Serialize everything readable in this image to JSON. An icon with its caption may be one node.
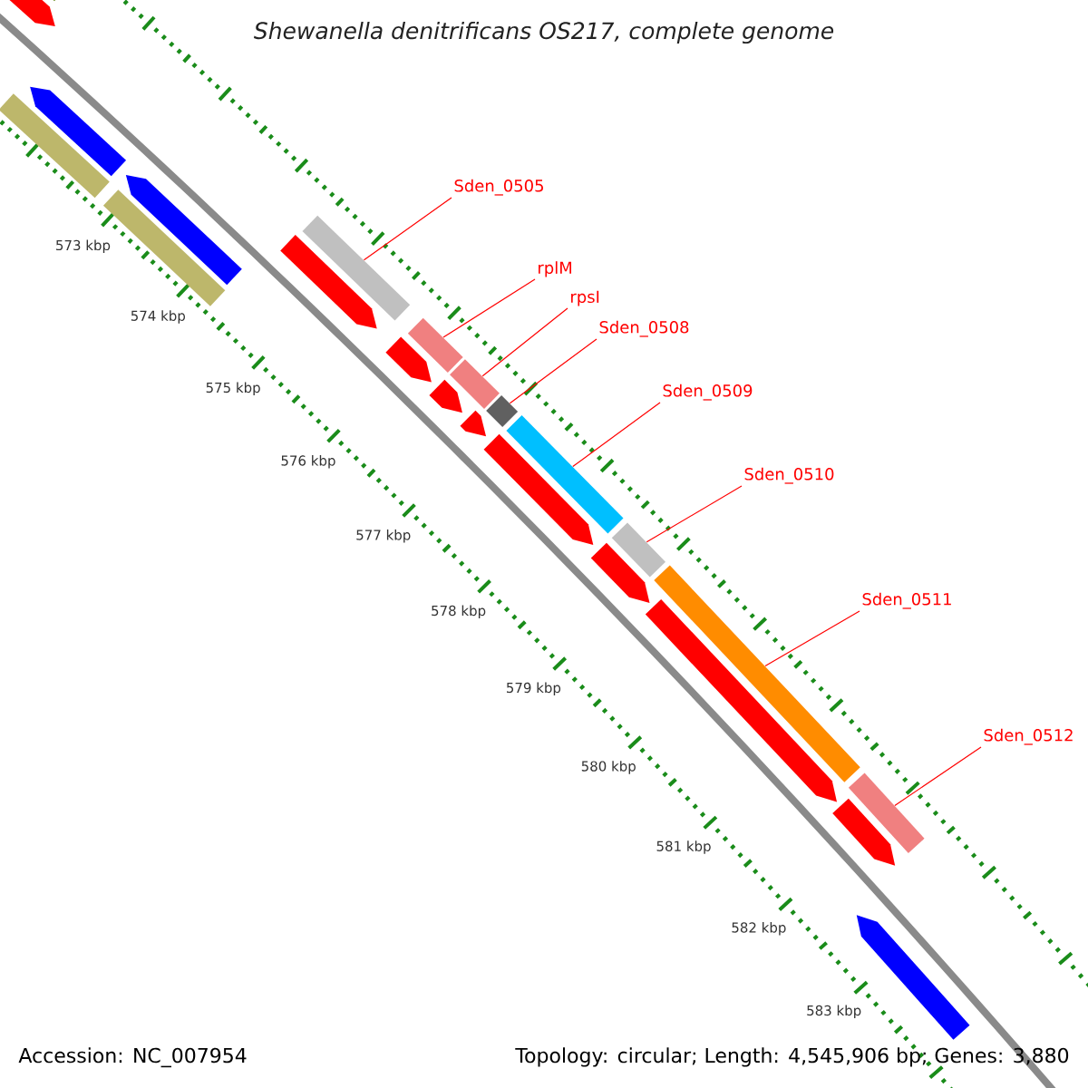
{
  "diagram": {
    "title": "Shewanella denitrificans OS217, complete genome",
    "nodes": [
      {
        "text": [
          "Sden_0505"
        ]
      },
      {
        "text": [
          "rplM"
        ]
      },
      {
        "text": [
          "rpsI"
        ]
      },
      {
        "text": [
          "Sden_0508"
        ]
      },
      {
        "text": [
          "Sden_0509"
        ]
      },
      {
        "text": [
          "Sden_0510"
        ]
      },
      {
        "text": [
          "Sden_0511"
        ]
      },
      {
        "text": [
          "Sden_0512"
        ]
      },
      {
        "text": [],
        "shape": "bar"
      },
      {
        "text": [],
        "shape": "bar"
      },
      {
        "text": [],
        "shape": "bar"
      },
      {
        "text": [],
        "shape": "bar"
      },
      {
        "text": [],
        "shape": "bar"
      },
      {
        "text": [],
        "shape": "bar"
      },
      {
        "text": [],
        "shape": "bar"
      },
      {
        "text": [],
        "shape": "bar"
      },
      {
        "text": [],
        "shape": "bar"
      },
      {
        "text": [],
        "shape": "bar"
      },
      {
        "text": [],
        "shape": "bar"
      },
      {
        "text": [],
        "shape": "bar"
      },
      {
        "text": [],
        "shape": "bar"
      },
      {
        "text": [],
        "shape": "bar"
      },
      {
        "text": [],
        "shape": "bar"
      },
      {
        "text": [],
        "shape": "bar"
      },
      {
        "text": [],
        "shape": "bar"
      },
      {
        "text": [],
        "shape": "bar"
      },
      {
        "text": [],
        "shape": "bar"
      },
      {
        "text": [],
        "shape": "bar"
      },
      {
        "text": [],
        "shape": "bar"
      },
      {
        "text": [],
        "shape": "bar"
      },
      {
        "text": [],
        "shape": "bar"
      }
    ],
    "edges": [
      {
        "from": 0,
        "to": 8,
        "arrow": "none"
      },
      {
        "from": 1,
        "to": 9,
        "arrow": "none"
      },
      {
        "from": 2,
        "to": 10,
        "arrow": "none"
      },
      {
        "from": 3,
        "to": 11,
        "arrow": "none"
      },
      {
        "from": 4,
        "to": 12,
        "arrow": "none"
      },
      {
        "from": 5,
        "to": 13,
        "arrow": "none"
      },
      {
        "from": 6,
        "to": 14,
        "arrow": "none"
      },
      {
        "from": 7,
        "to": 15,
        "arrow": "none"
      }
    ],
    "labels": [
      "573 kbp",
      "574 kbp",
      "575 kbp",
      "576 kbp",
      "577 kbp",
      "578 kbp",
      "579 kbp",
      "580 kbp",
      "581 kbp",
      "582 kbp",
      "583 kbp",
      "Accession: NC_007954",
      "Topology: circular; Length: 4,545,906 bp; Genes: 3,880"
    ]
  }
}
